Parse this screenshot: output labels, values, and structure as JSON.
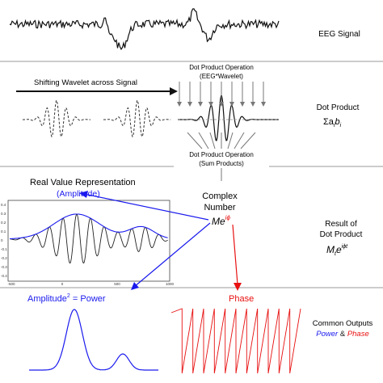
{
  "rows": {
    "eeg": {
      "label": "EEG Signal"
    },
    "dot_product": {
      "label": "Dot Product",
      "formula": "Σa",
      "formula_sub_a": "i",
      "formula_b": "b",
      "formula_sub_b": "i"
    },
    "result": {
      "label_line1": "Result of",
      "label_line2": "Dot Product",
      "formula_m": "M",
      "formula_sub": "t",
      "formula_e": "e",
      "formula_sup": "iϕt"
    },
    "outputs": {
      "label": "Common Outputs",
      "power": "Power",
      "amp": "&",
      "phase": "Phase"
    }
  },
  "annotations": {
    "shifting": "Shifting Wavelet across Signal",
    "op1_line1": "Dot Product Operation",
    "op1_line2": "(EEG*Wavelet)",
    "op2_line1": "Dot Product Operation",
    "op2_line2": "(Sum Products)",
    "complex_line1": "Complex",
    "complex_line2": "Number",
    "me_base": "Me",
    "me_sup": "iϕ",
    "real_value_title": "Real Value Representation",
    "amplitude_label": "(Amplitude)",
    "amp_power_a": "Amplitude",
    "amp_power_sup": "2",
    "amp_power_b": " = Power",
    "phase_label": "Phase"
  },
  "inset_axes": {
    "y_ticks": [
      "0.4",
      "0.3",
      "0.2",
      "0.1",
      "0",
      "-0.1",
      "-0.2",
      "-0.3",
      "-0.4"
    ],
    "x_ticks": [
      "-500",
      "0",
      "500",
      "1000"
    ]
  },
  "colors": {
    "blue": "#1a1aee",
    "red": "#e81010",
    "black": "#111111",
    "gray": "#777777"
  }
}
